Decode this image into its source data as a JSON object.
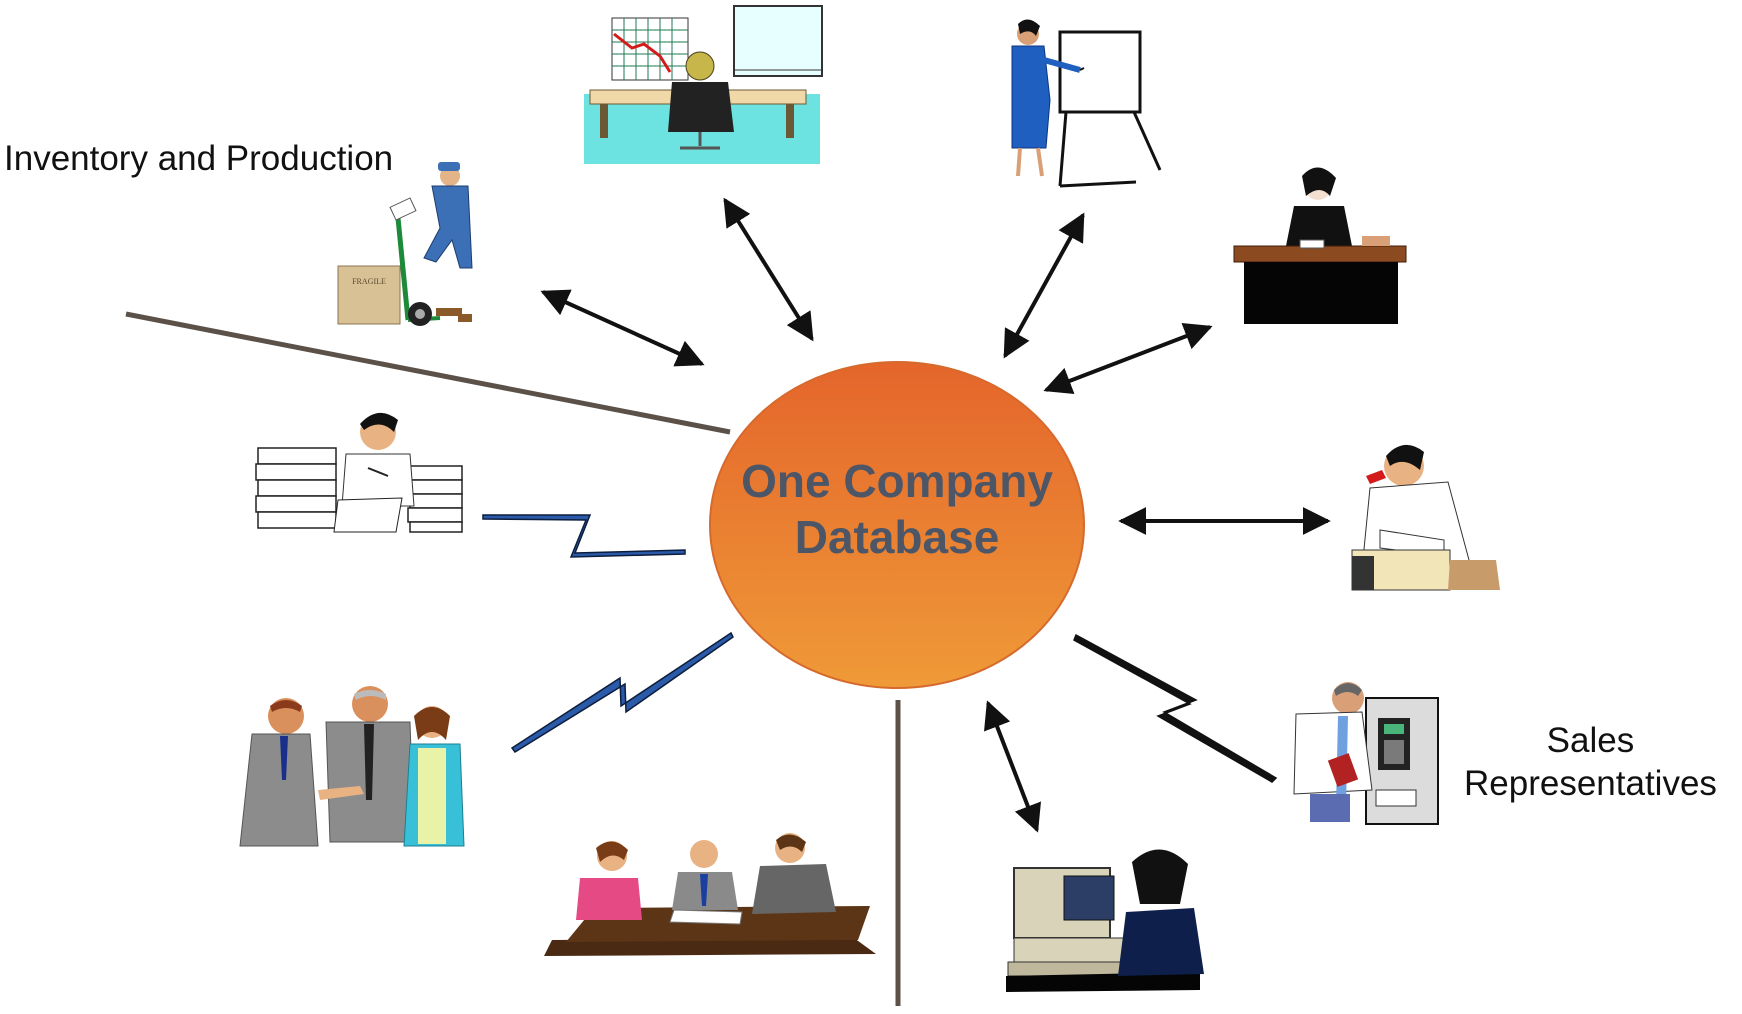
{
  "center": {
    "line1": "One Company",
    "line2": "Database"
  },
  "labels": {
    "inventory": "Inventory and Production",
    "sales_line1": "Sales",
    "sales_line2": "Representatives"
  },
  "colors": {
    "center_fill_top": "#e4652b",
    "center_fill_bottom": "#ee8e35",
    "center_text": "#4c5667",
    "arrow": "#111111",
    "divider": "#5b5148",
    "lightning_blue": "#2a5aa8"
  },
  "figures": [
    {
      "icon": "inventory-worker-hand-truck-icon"
    },
    {
      "icon": "analyst-desk-chart-icon"
    },
    {
      "icon": "presenter-flipchart-icon"
    },
    {
      "icon": "receptionist-phone-desk-icon"
    },
    {
      "icon": "phone-computer-user-icon"
    },
    {
      "icon": "sales-rep-payphone-icon"
    },
    {
      "icon": "computer-operator-icon"
    },
    {
      "icon": "meeting-table-icon"
    },
    {
      "icon": "handshake-group-icon"
    },
    {
      "icon": "paperwork-clerk-icon"
    }
  ]
}
